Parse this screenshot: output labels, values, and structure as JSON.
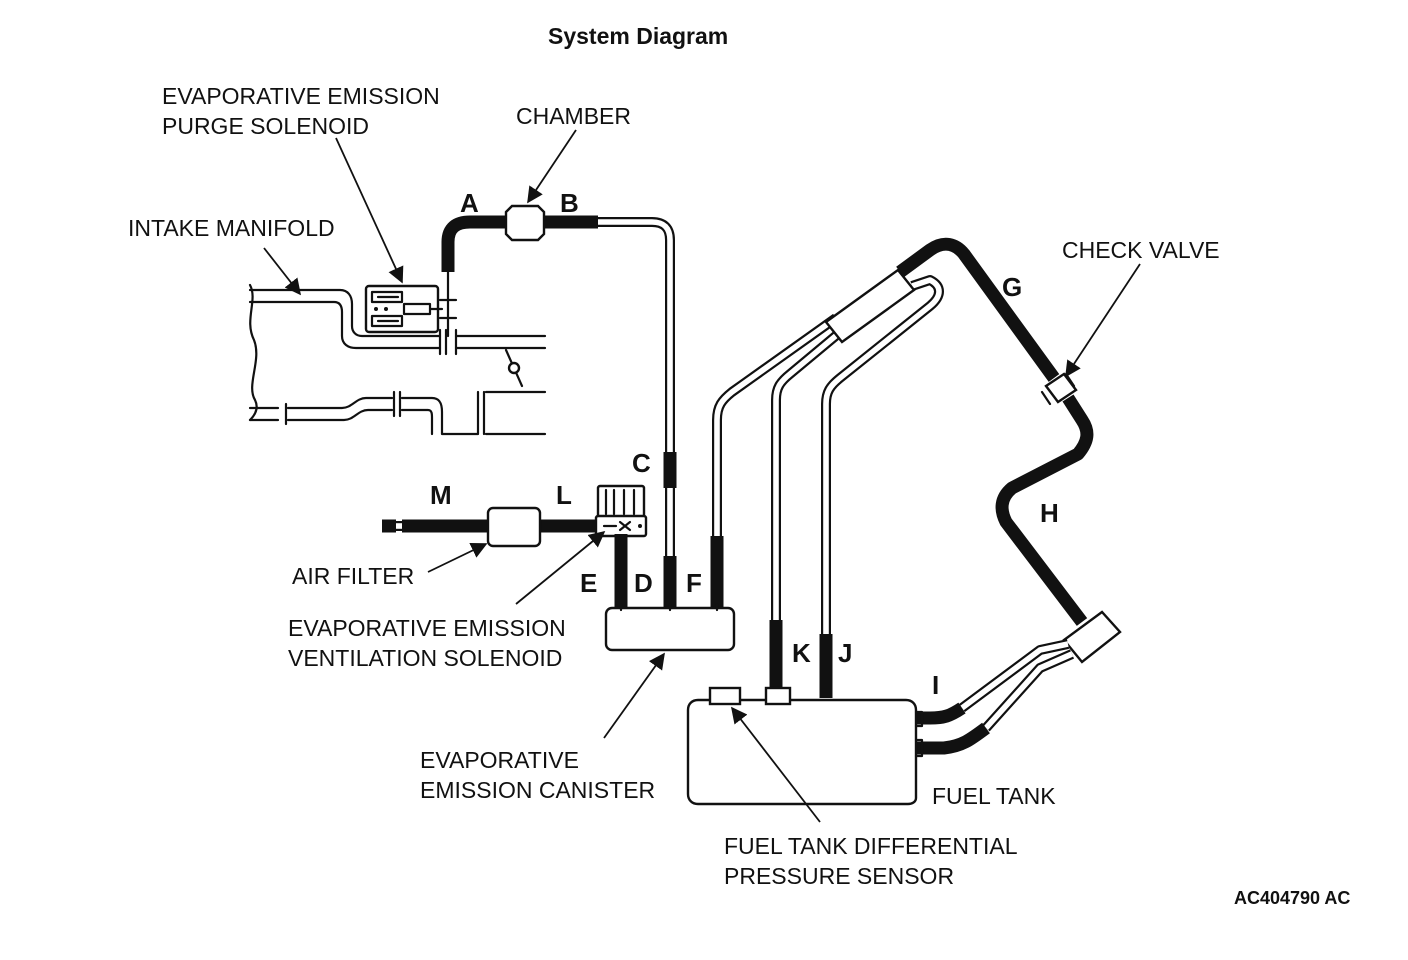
{
  "title": "System Diagram",
  "labels": {
    "purge_solenoid_line1": "EVAPORATIVE EMISSION",
    "purge_solenoid_line2": "PURGE SOLENOID",
    "chamber": "CHAMBER",
    "intake_manifold": "INTAKE MANIFOLD",
    "check_valve": "CHECK VALVE",
    "air_filter": "AIR FILTER",
    "vent_solenoid_line1": "EVAPORATIVE EMISSION",
    "vent_solenoid_line2": "VENTILATION SOLENOID",
    "canister_line1": "EVAPORATIVE",
    "canister_line2": "EMISSION CANISTER",
    "fuel_tank": "FUEL TANK",
    "pressure_sensor_line1": "FUEL TANK DIFFERENTIAL",
    "pressure_sensor_line2": "PRESSURE SENSOR"
  },
  "hose_letters": {
    "a": "A",
    "b": "B",
    "c": "C",
    "d": "D",
    "e": "E",
    "f": "F",
    "g": "G",
    "h": "H",
    "i": "I",
    "j": "J",
    "k": "K",
    "l": "L",
    "m": "M"
  },
  "figure_code": "AC404790 AC"
}
